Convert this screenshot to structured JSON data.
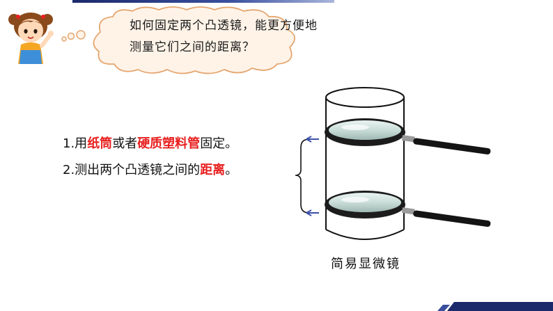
{
  "bubble": {
    "line1": "如何固定两个凸透镜，能更方便地",
    "line2": "测量它们之间的距离？"
  },
  "steps": [
    {
      "prefix": "1.用",
      "hl1": "纸筒",
      "mid": "或者",
      "hl2": "硬质塑料管",
      "suffix": "固定。"
    },
    {
      "prefix": "2.测出两个凸透镜之间的",
      "hl1": "距离",
      "suffix": "。"
    }
  ],
  "caption": "简易显微镜",
  "colors": {
    "highlight": "#e8201f",
    "arrow": "#3b4fa8",
    "bubble_fill": "#fff3e8",
    "bubble_stroke": "#e5a66f"
  }
}
